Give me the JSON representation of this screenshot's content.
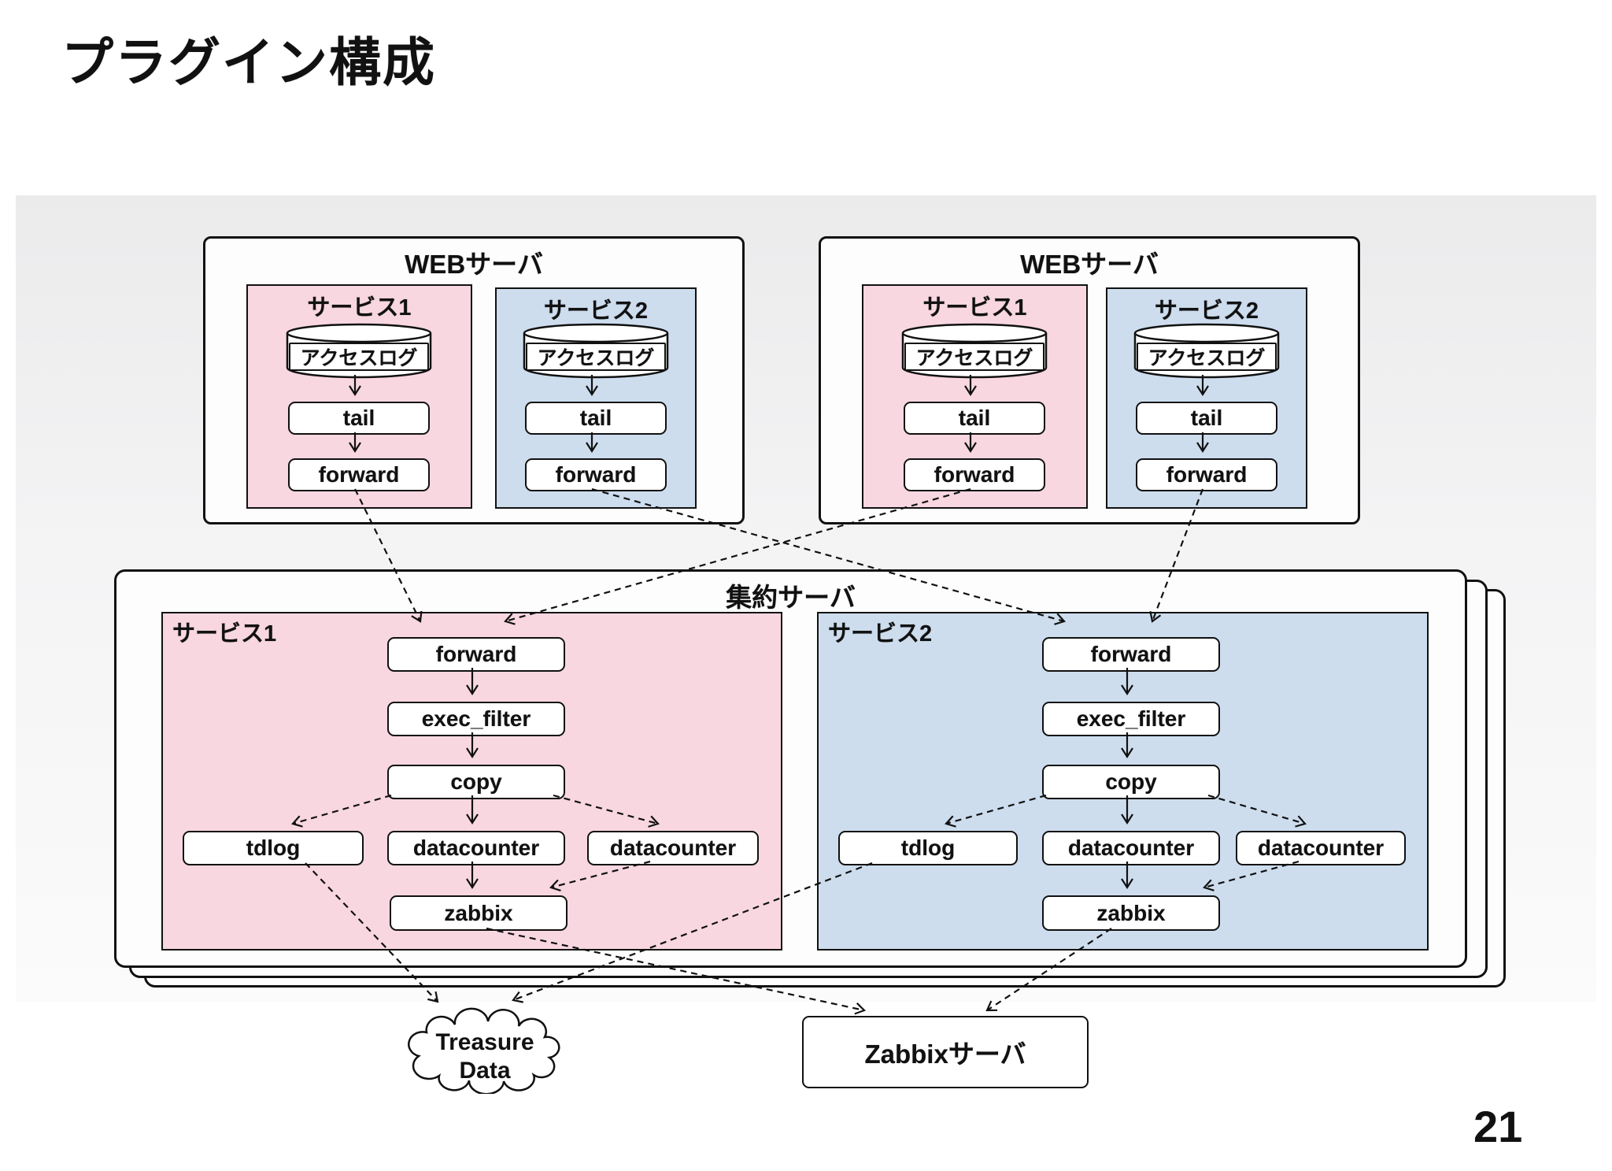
{
  "slide": {
    "title": "プラグイン構成",
    "page_number": "21"
  },
  "web_server_left": {
    "label": "WEBサーバ",
    "service1": {
      "label": "サービス1",
      "log": "アクセスログ",
      "tail": "tail",
      "forward": "forward"
    },
    "service2": {
      "label": "サービス2",
      "log": "アクセスログ",
      "tail": "tail",
      "forward": "forward"
    }
  },
  "web_server_right": {
    "label": "WEBサーバ",
    "service1": {
      "label": "サービス1",
      "log": "アクセスログ",
      "tail": "tail",
      "forward": "forward"
    },
    "service2": {
      "label": "サービス2",
      "log": "アクセスログ",
      "tail": "tail",
      "forward": "forward"
    }
  },
  "aggregation_server": {
    "label": "集約サーバ",
    "service1": {
      "label": "サービス1",
      "forward": "forward",
      "exec_filter": "exec_filter",
      "copy": "copy",
      "tdlog": "tdlog",
      "datacounter_left": "datacounter",
      "datacounter_right": "datacounter",
      "zabbix": "zabbix"
    },
    "service2": {
      "label": "サービス2",
      "forward": "forward",
      "exec_filter": "exec_filter",
      "copy": "copy",
      "tdlog": "tdlog",
      "datacounter_left": "datacounter",
      "datacounter_right": "datacounter",
      "zabbix": "zabbix"
    }
  },
  "external": {
    "treasure_data": {
      "line1": "Treasure",
      "line2": "Data"
    },
    "zabbix_server_label": "Zabbixサーバ"
  },
  "colors": {
    "service1_fill": "#f8d7e1",
    "service2_fill": "#cdddee",
    "node_fill": "#ffffff",
    "border": "#111111",
    "panel_top": "#ebebec",
    "panel_bottom": "#fbfbfb"
  }
}
